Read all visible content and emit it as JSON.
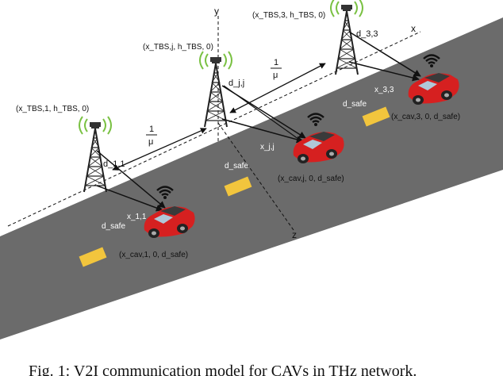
{
  "diagram": {
    "caption": "Fig. 1: V2I communication model for CAVs in THz network.",
    "axes": {
      "x": "x",
      "y": "y",
      "z": "z"
    },
    "mu_fraction": {
      "numerator": "1",
      "denominator": "μ"
    },
    "towers": [
      {
        "label": "(x_TBS,1, h_TBS, 0)",
        "distance": "d_1,1"
      },
      {
        "label": "(x_TBS,j, h_TBS, 0)",
        "distance": "d_j,j"
      },
      {
        "label": "(x_TBS,3, h_TBS, 0)",
        "distance": "d_3,3"
      }
    ],
    "cars": [
      {
        "label": "(x_cav,1, 0, d_safe)",
        "offset": "x_1,1",
        "safe": "d_safe"
      },
      {
        "label": "(x_cav,j, 0, d_safe)",
        "offset": "x_j,j",
        "safe": "d_safe"
      },
      {
        "label": "(x_cav,3, 0, d_safe)",
        "offset": "x_3,3",
        "safe": "d_safe"
      }
    ]
  },
  "colors": {
    "road": "#6b6b6b",
    "lane_mark": "#f2c53d",
    "car": "#d62020",
    "tower": "#222222",
    "wave": "#7ac143"
  }
}
